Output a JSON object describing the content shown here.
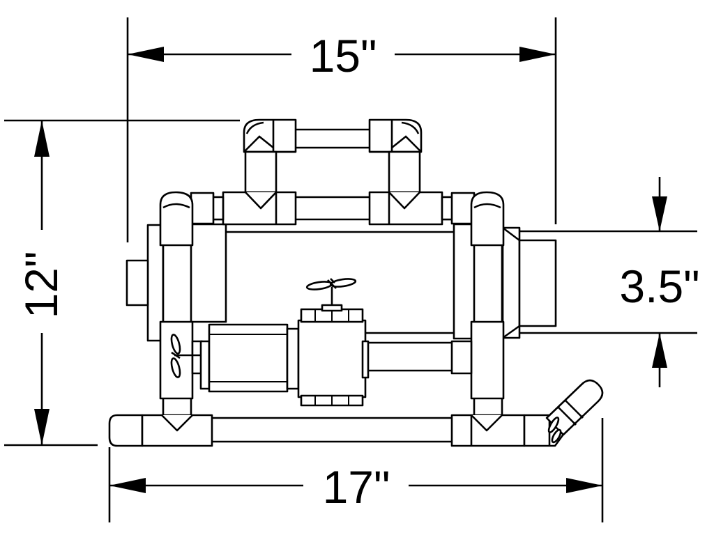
{
  "diagram": {
    "dimensions": {
      "top_width": "15\"",
      "height": "12\"",
      "side_opening": "3.5\"",
      "bottom_width": "17\""
    },
    "colors": {
      "line": "#000000",
      "fill": "#ffffff"
    },
    "icons": [
      "propeller-icon",
      "motor-icon"
    ]
  }
}
